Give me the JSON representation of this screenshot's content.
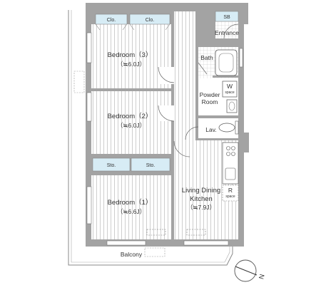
{
  "rooms": {
    "bedroom3": {
      "name": "Bedroom（3）",
      "size": "（≒6.0J）"
    },
    "bedroom2": {
      "name": "Bedroom（2）",
      "size": "（≒6.0J）"
    },
    "bedroom1": {
      "name": "Bedroom（1）",
      "size": "（≒6.6J）"
    },
    "ldk": {
      "name_line1": "Living Dining",
      "name_line2": "Kitchen",
      "size": "（≒7.9J）"
    },
    "bath": "Bath",
    "powder": {
      "line1": "Powder",
      "line2": "Room"
    },
    "lav": "Lav.",
    "entrance": "Entrance",
    "balcony": "Balcony"
  },
  "storage": {
    "clo_a": "Clo.",
    "clo_b": "Clo.",
    "sto_a": "Sto.",
    "sto_b": "Sto.",
    "sb": "SB"
  },
  "fixtures": {
    "washer": {
      "letter": "W",
      "sub": "space"
    },
    "fridge": {
      "letter": "R",
      "sub": "space"
    }
  },
  "compass": {
    "label": "N"
  }
}
